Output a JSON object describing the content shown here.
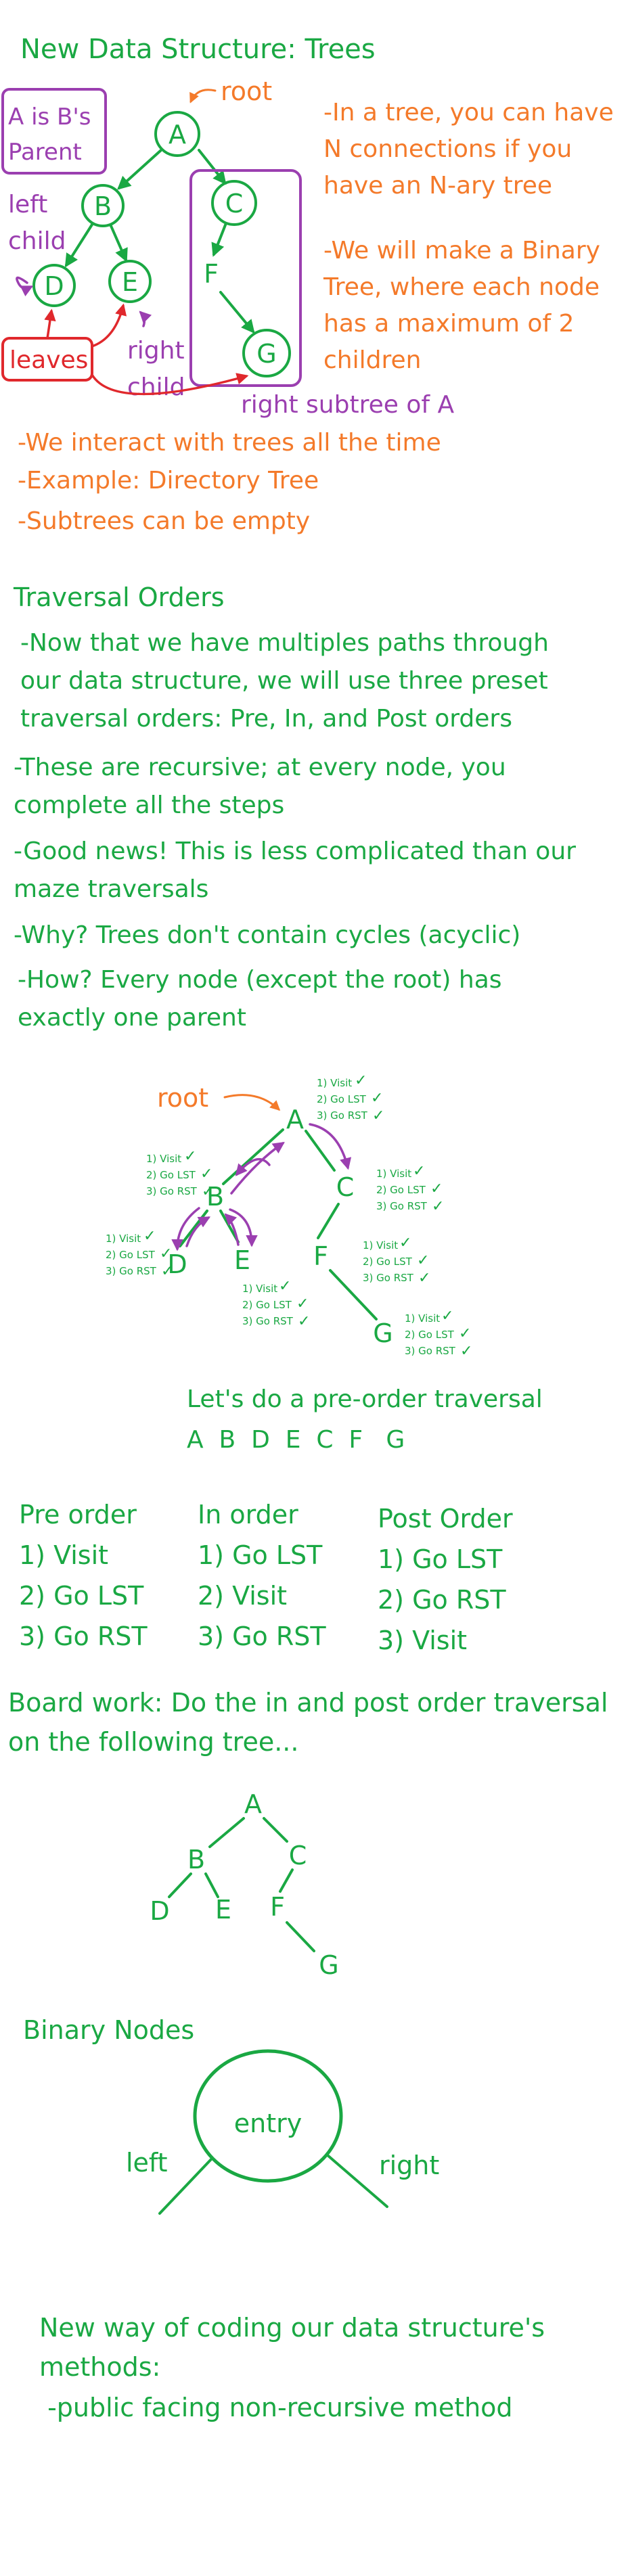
{
  "colors": {
    "green": "#1aa843",
    "orange": "#f47a2a",
    "purple": "#9b3fb0",
    "red": "#e0282c"
  },
  "section1": {
    "title": "New Data Structure: Trees",
    "root_label": "root",
    "parent_note": [
      "A is B's",
      "Parent"
    ],
    "left_child": [
      "left",
      "child"
    ],
    "right_child": [
      "right",
      "child"
    ],
    "leaves": "leaves",
    "right_subtree": "right subtree of A",
    "nodes": {
      "A": "A",
      "B": "B",
      "C": "C",
      "D": "D",
      "E": "E",
      "F": "F",
      "G": "G"
    },
    "nary_note": [
      "-In a tree, you can have",
      "N connections if you",
      "have an N-ary tree"
    ],
    "binary_note": [
      "-We will make a Binary",
      "Tree, where each node",
      "has a maximum of 2",
      "children"
    ],
    "notes": [
      "-We interact with trees all the time",
      "-Example: Directory Tree",
      "-Subtrees can be empty"
    ]
  },
  "section2": {
    "title": "Traversal Orders",
    "paragraphs": [
      [
        "-Now that we have multiples paths through",
        "our data structure, we will use three preset",
        "traversal orders: Pre, In, and Post orders"
      ],
      [
        "-These are recursive; at every node, you",
        "complete all the steps"
      ],
      [
        "-Good news! This is less complicated than our",
        "maze traversals"
      ],
      [
        "-Why? Trees don't contain cycles (acyclic)"
      ],
      [
        "-How? Every node (except the root) has",
        "exactly one parent"
      ]
    ]
  },
  "section3": {
    "root_label": "root",
    "steps": [
      "1) Visit",
      "2) Go LST",
      "3) Go RST"
    ],
    "check": "✓",
    "nodes": {
      "A": "A",
      "B": "B",
      "C": "C",
      "D": "D",
      "E": "E",
      "F": "F",
      "G": "G"
    },
    "preorder_prompt": "Let's do a pre-order traversal",
    "preorder_result": "A  B  D  E  C  F   G"
  },
  "section4": {
    "columns": [
      {
        "title": "Pre order",
        "items": [
          "1) Visit",
          "2) Go LST",
          "3) Go RST"
        ]
      },
      {
        "title": "In order",
        "items": [
          "1) Go LST",
          "2) Visit",
          "3) Go RST"
        ]
      },
      {
        "title": "Post Order",
        "items": [
          "1) Go LST",
          "2) Go RST",
          "3) Visit"
        ]
      }
    ]
  },
  "section5": {
    "lines": [
      "Board work: Do the in and post order traversal",
      "on the following tree..."
    ],
    "nodes": {
      "A": "A",
      "B": "B",
      "C": "C",
      "D": "D",
      "E": "E",
      "F": "F",
      "G": "G"
    }
  },
  "section6": {
    "title": "Binary Nodes",
    "entry": "entry",
    "left": "left",
    "right": "right"
  },
  "section7": {
    "lines": [
      "New way of coding our data structure's",
      "methods:",
      " -public facing non-recursive method"
    ]
  }
}
